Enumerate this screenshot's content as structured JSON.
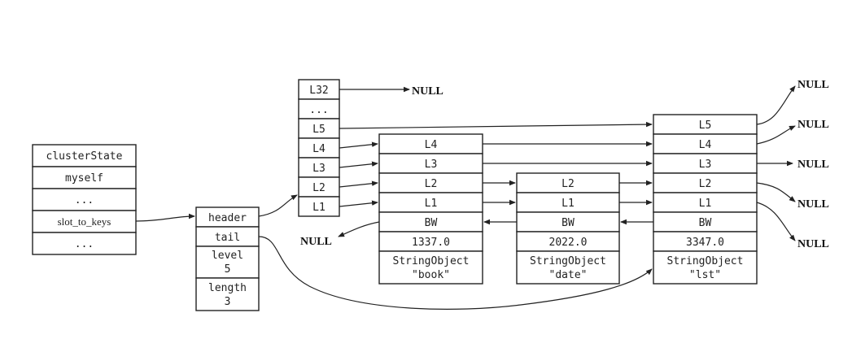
{
  "cluster_state": {
    "title": "clusterState",
    "fields": [
      "myself",
      "...",
      "slot_to_keys",
      "..."
    ]
  },
  "skiplist": {
    "header": "header",
    "tail": "tail",
    "level_label": "level",
    "level_value": "5",
    "length_label": "length",
    "length_value": "3"
  },
  "header_node": {
    "levels": [
      "L32",
      "...",
      "L5",
      "L4",
      "L3",
      "L2",
      "L1"
    ]
  },
  "nodes": [
    {
      "levels": [
        "L4",
        "L3",
        "L2",
        "L1"
      ],
      "backward": "BW",
      "score": "1337.0",
      "object_type": "StringObject",
      "object_value": "\"book\""
    },
    {
      "levels": [
        "L2",
        "L1"
      ],
      "backward": "BW",
      "score": "2022.0",
      "object_type": "StringObject",
      "object_value": "\"date\""
    },
    {
      "levels": [
        "L5",
        "L4",
        "L3",
        "L2",
        "L1"
      ],
      "backward": "BW",
      "score": "3347.0",
      "object_type": "StringObject",
      "object_value": "\"lst\""
    }
  ],
  "null_labels": {
    "l32": "NULL",
    "bw_first": "NULL",
    "tail_l5": "NULL",
    "tail_l4": "NULL",
    "tail_l3": "NULL",
    "tail_l2": "NULL",
    "tail_l1": "NULL"
  }
}
